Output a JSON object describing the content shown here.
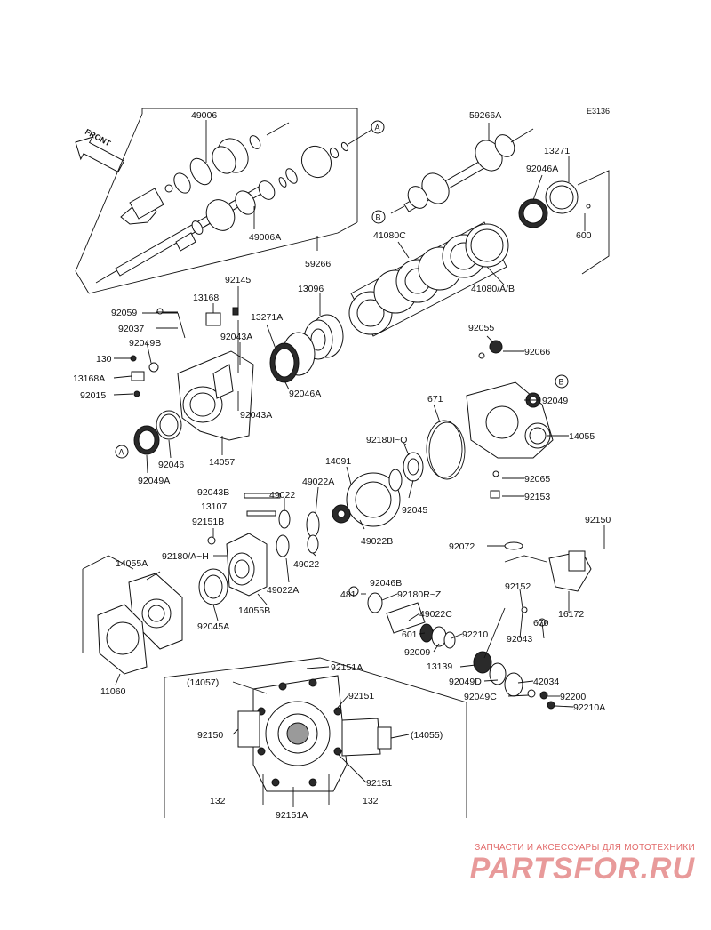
{
  "diagram": {
    "code": "E3136",
    "front_label": "FRONT",
    "labels": {
      "p49006": "49006",
      "p49006A": "49006A",
      "p59266": "59266",
      "p59266A": "59266A",
      "p13271": "13271",
      "p92046A_top": "92046A",
      "p600": "600",
      "p41080C": "41080C",
      "p41080AB": "41080/A/B",
      "p92145": "92145",
      "p13168": "13168",
      "p92059": "92059",
      "p92037": "92037",
      "p92049B": "92049B",
      "p130": "130",
      "p13168A": "13168A",
      "p92015": "92015",
      "p13271A": "13271A",
      "p92043A_a": "92043A",
      "p13096": "13096",
      "p92046A_mid": "92046A",
      "p92043A_b": "92043A",
      "p14057": "14057",
      "p92046": "92046",
      "p92049A": "92049A",
      "p92055": "92055",
      "p92066": "92066",
      "p92049": "92049",
      "p671": "671",
      "p14055": "14055",
      "p92180IQ": "92180I~Q",
      "p14091": "14091",
      "p92065": "92065",
      "p92153": "92153",
      "p92045": "92045",
      "p49022A_a": "49022A",
      "p92043B": "92043B",
      "p49022_a": "49022",
      "p13107": "13107",
      "p92151B": "92151B",
      "p49022B": "49022B",
      "p92180AH": "92180/A~H",
      "p49022_b": "49022",
      "p14055A": "14055A",
      "p49022A_b": "49022A",
      "p14055B": "14055B",
      "p92045A": "92045A",
      "p11060": "11060",
      "p92150_r": "92150",
      "p92072": "92072",
      "p92152": "92152",
      "p16172": "16172",
      "p92043": "92043",
      "p670": "670",
      "p92046B": "92046B",
      "p481": "481",
      "p92180RZ": "92180R~Z",
      "p49022C": "49022C",
      "p601": "601",
      "p92210": "92210",
      "p92009": "92009",
      "p13139": "13139",
      "p92049D": "92049D",
      "p42034": "42034",
      "p92049C": "92049C",
      "p92200": "92200",
      "p92210A": "92210A",
      "p14057_ref": "(14057)",
      "p92151A_top": "92151A",
      "p92151_a": "92151",
      "p92150_l": "92150",
      "p14055_ref": "(14055)",
      "p92151_b": "92151",
      "p132_l": "132",
      "p132_r": "132",
      "p92151A_bot": "92151A"
    },
    "callouts": {
      "A": "A",
      "B": "B"
    }
  },
  "watermark": {
    "subtitle": "ЗАПЧАСТИ И АКСЕССУАРЫ ДЛЯ МОТОТЕХНИКИ",
    "brand": "PARTSFOR.RU",
    "color": "#e26a6a"
  }
}
